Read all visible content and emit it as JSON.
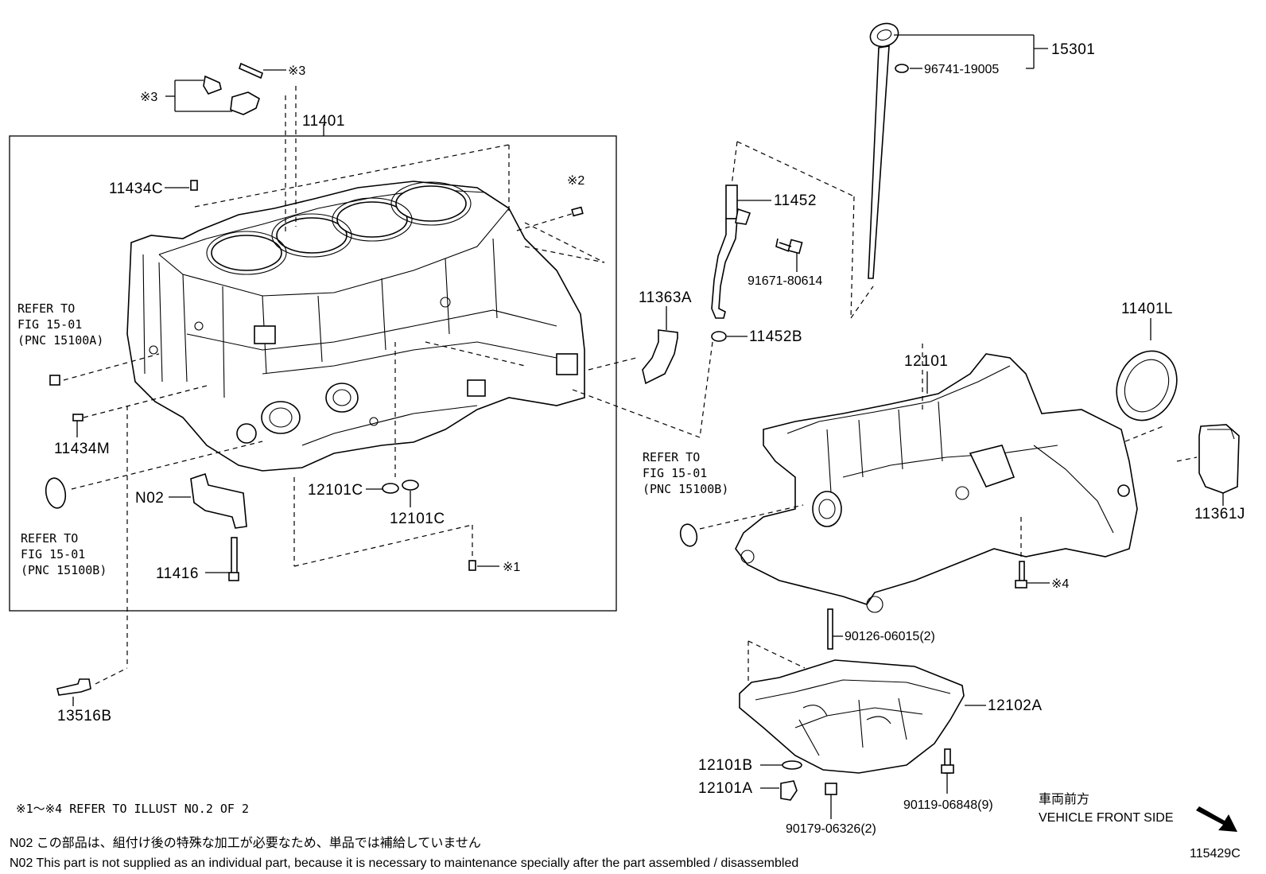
{
  "callouts": {
    "c15301": "15301",
    "c96741": "96741-19005",
    "c11401_top": "11401",
    "c11434C": "11434C",
    "c_star2": "※2",
    "c_star3a": "※3",
    "c_star3b": "※3",
    "c11452": "11452",
    "c91671": "91671-80614",
    "c11452B": "11452B",
    "c11363A": "11363A",
    "c11401L": "11401L",
    "c12101": "12101",
    "c11361J": "11361J",
    "c_star4": "※4",
    "c11434M": "11434M",
    "cN02": "N02",
    "c11416": "11416",
    "c12101C_a": "12101C",
    "c12101C_b": "12101C",
    "c_star1": "※1",
    "c13516B": "13516B",
    "c90126": "90126-06015(2)",
    "c12102A": "12102A",
    "c12101B": "12101B",
    "c12101A": "12101A",
    "c90119": "90119-06848(9)",
    "c90179": "90179-06326(2)"
  },
  "refs": {
    "ref1": [
      "REFER TO",
      "FIG 15-01",
      "(PNC 15100A)"
    ],
    "ref2": [
      "REFER TO",
      "FIG 15-01",
      "(PNC 15100B)"
    ],
    "ref3": [
      "REFER TO",
      "FIG 15-01",
      "(PNC 15100B)"
    ]
  },
  "notes": {
    "illust_ref": "※1～※4 REFER TO ILLUST NO.2 OF 2",
    "n02_jp": "N02  この部品は、組付け後の特殊な加工が必要なため、単品では補給していません",
    "n02_en": "N02  This part is not supplied as an individual part, because it is necessary to maintenance specially after the part assembled / disassembled"
  },
  "direction": {
    "jp": "車両前方",
    "en": "VEHICLE FRONT SIDE"
  },
  "illustration_id": "115429C"
}
